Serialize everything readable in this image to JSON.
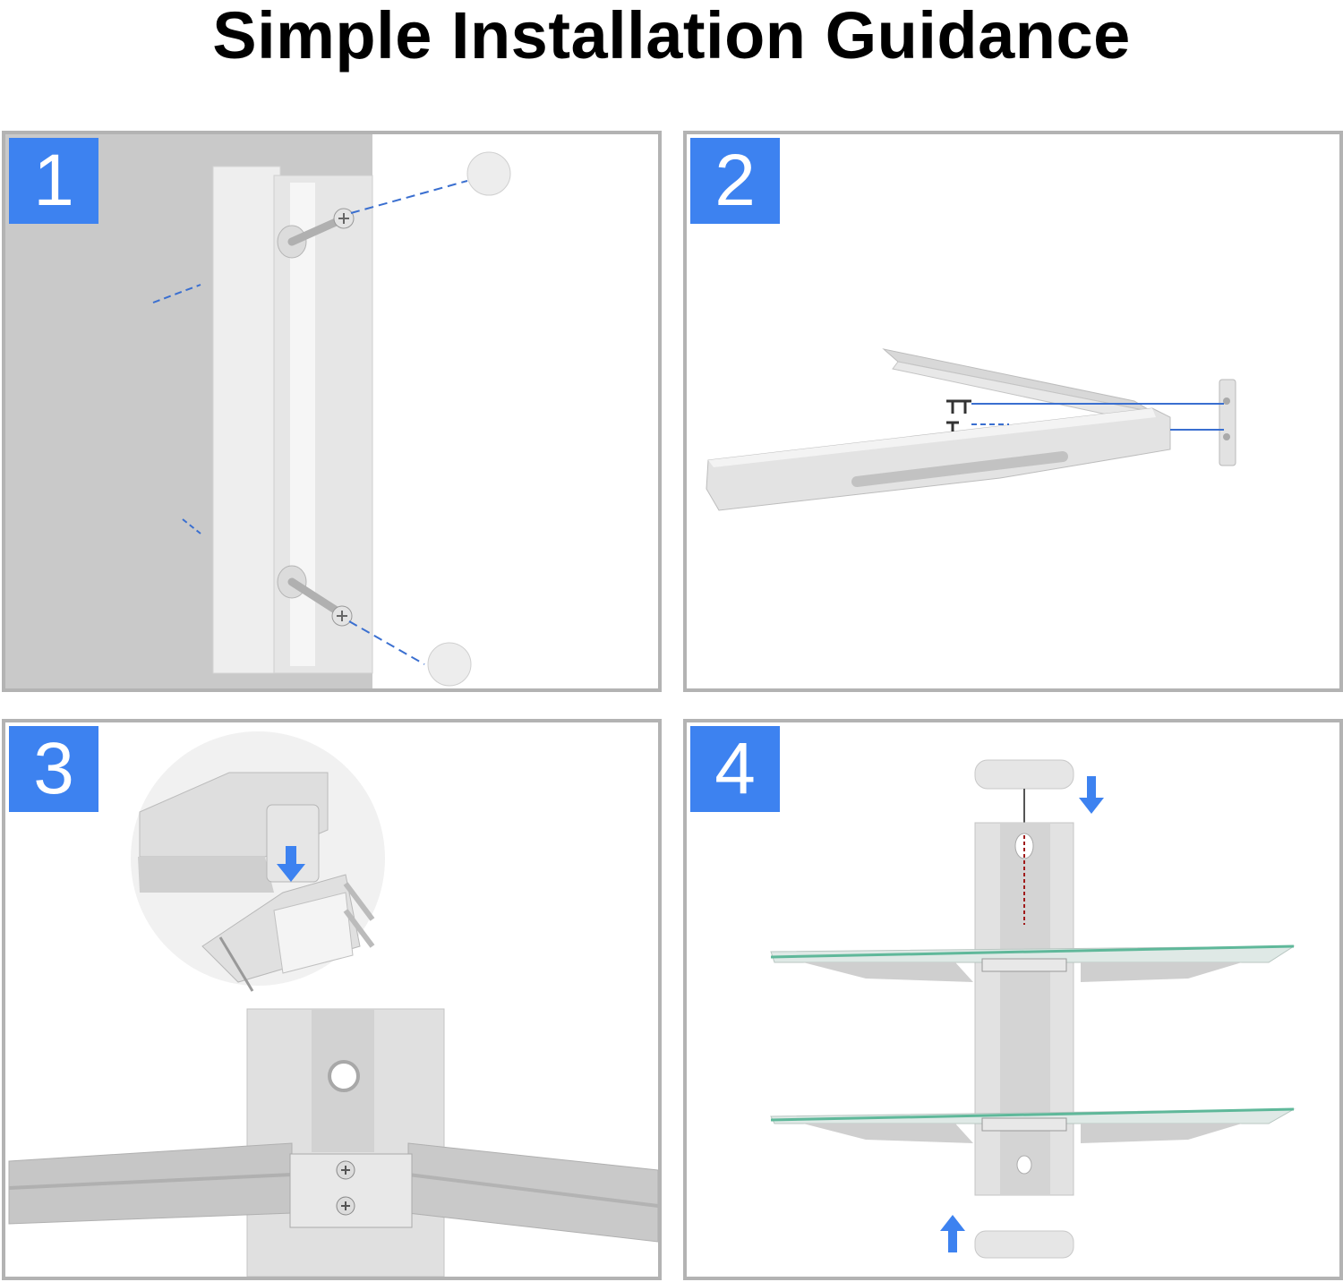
{
  "title": "Simple Installation Guidance",
  "steps": [
    {
      "number": "1"
    },
    {
      "number": "2"
    },
    {
      "number": "3"
    },
    {
      "number": "4"
    }
  ],
  "colors": {
    "badge": "#3d82f0",
    "panel_border": "#b3b3b3",
    "wall": "#c9c9c9",
    "guide_line": "#3a6fd0",
    "glass_edge": "#5fb89a",
    "arrow": "#3d82f0"
  }
}
